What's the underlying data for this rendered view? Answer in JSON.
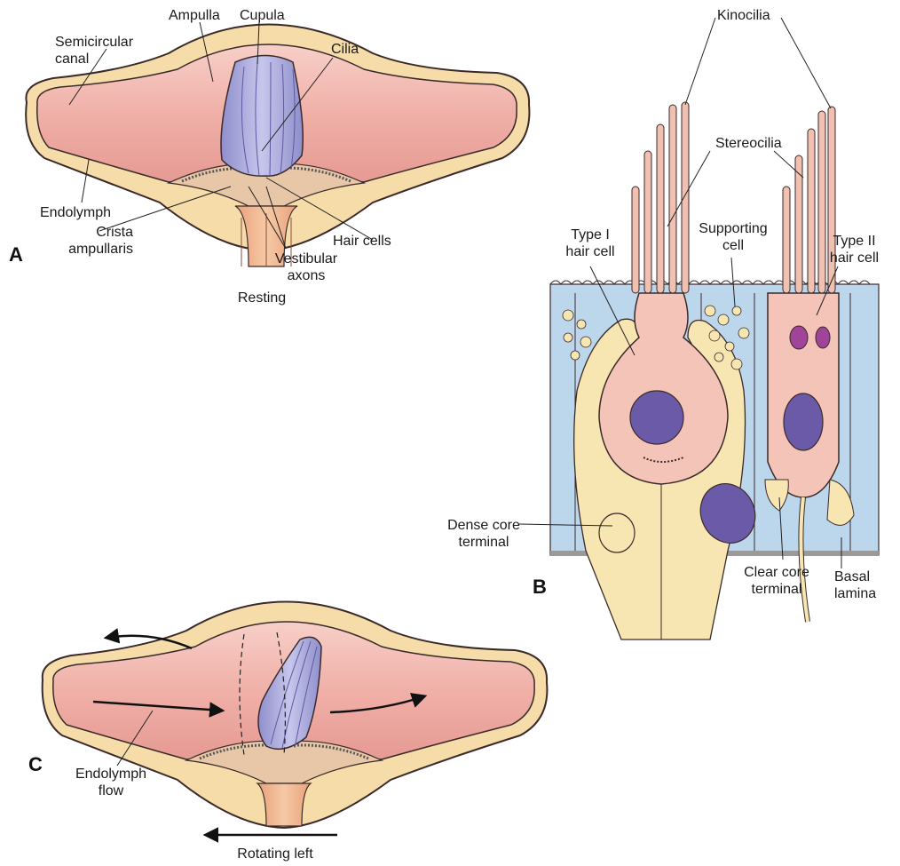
{
  "panel_a": {
    "letter": "A",
    "caption": "Resting",
    "labels": {
      "semicircular_canal": "Semicircular\ncanal",
      "ampulla": "Ampulla",
      "cupula": "Cupula",
      "cilia": "Cilia",
      "endolymph": "Endolymph",
      "crista_ampullaris": "Crista\nampullaris",
      "hair_cells": "Hair cells",
      "vestibular_axons": "Vestibular\naxons"
    }
  },
  "panel_b": {
    "letter": "B",
    "labels": {
      "kinocilia": "Kinocilia",
      "stereocilia": "Stereocilia",
      "type_i_hair_cell": "Type I\nhair cell",
      "supporting_cell": "Supporting\ncell",
      "type_ii_hair_cell": "Type II\nhair cell",
      "dense_core_terminal": "Dense core\nterminal",
      "clear_core_terminal": "Clear core\nterminal",
      "basal_lamina": "Basal\nlamina"
    }
  },
  "panel_c": {
    "letter": "C",
    "labels": {
      "endolymph_flow": "Endolymph\nflow",
      "rotating_left": "Rotating left"
    }
  },
  "colors": {
    "endolymph": "#f0b5b0",
    "wall": "#f7e2b4",
    "cupula": "#a9a8d8",
    "supporting_fluid": "#bcd6ec",
    "nucleus": "#6b5aa8",
    "outline": "#3a2a2a"
  }
}
